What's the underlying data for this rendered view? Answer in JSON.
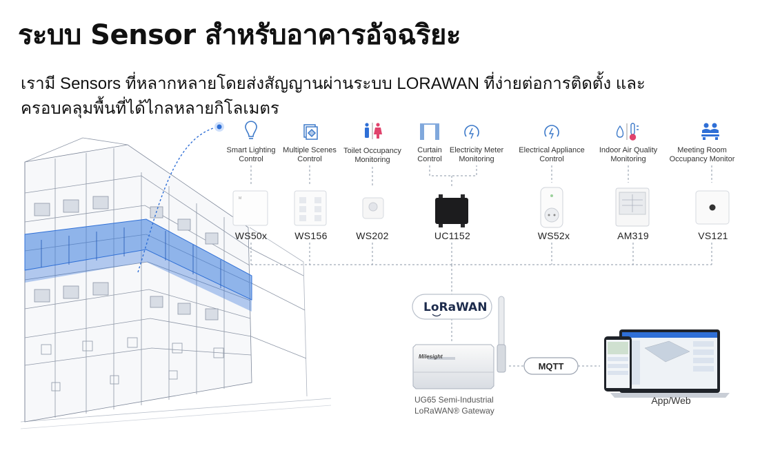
{
  "title": "ระบบ Sensor สำหรับอาคารอัจฉริยะ",
  "description": {
    "line1": "เรามี Sensors ที่หลากหลายโดยส่งสัญญานผ่านระบบ LORAWAN ที่ง่ายต่อการติดตั้ง และ",
    "line2": "ครอบคลุมพื้นที่ได้ไกลหลายกิโลเมตร"
  },
  "categories": [
    {
      "line1": "Smart Lighting",
      "line2": "Control",
      "icon": "lightbulb-icon"
    },
    {
      "line1": "Multiple Scenes",
      "line2": "Control",
      "icon": "scenes-icon"
    },
    {
      "line1": "Toilet Occupancy",
      "line2": "Monitoring",
      "icon": "toilet-icon"
    },
    {
      "line1": "Curtain",
      "line2": "Control",
      "icon": "curtain-icon"
    },
    {
      "line1": "Electricity Meter",
      "line2": "Monitoring",
      "icon": "meter-icon"
    },
    {
      "line1": "Electrical Appliance",
      "line2": "Control",
      "icon": "appliance-icon"
    },
    {
      "line1": "Indoor Air Quality",
      "line2": "Monitoring",
      "icon": "air-quality-icon"
    },
    {
      "line1": "Meeting Room",
      "line2": "Occupancy Monitor",
      "icon": "meeting-room-icon"
    }
  ],
  "devices": [
    "WS50x",
    "WS156",
    "WS202",
    "UC1152",
    "WS52x",
    "AM319",
    "VS121"
  ],
  "lorawan_badge": "LoRaWAN",
  "gateway": {
    "line1": "UG65 Semi-Industrial",
    "line2": "LoRaWAN® Gateway",
    "brand": "Milesight"
  },
  "mqtt_label": "MQTT",
  "app_label": "App/Web",
  "colors": {
    "accent_blue": "#2f6fd6",
    "line_gray": "#8a94a6",
    "building_blue": "#3a7bdc"
  }
}
